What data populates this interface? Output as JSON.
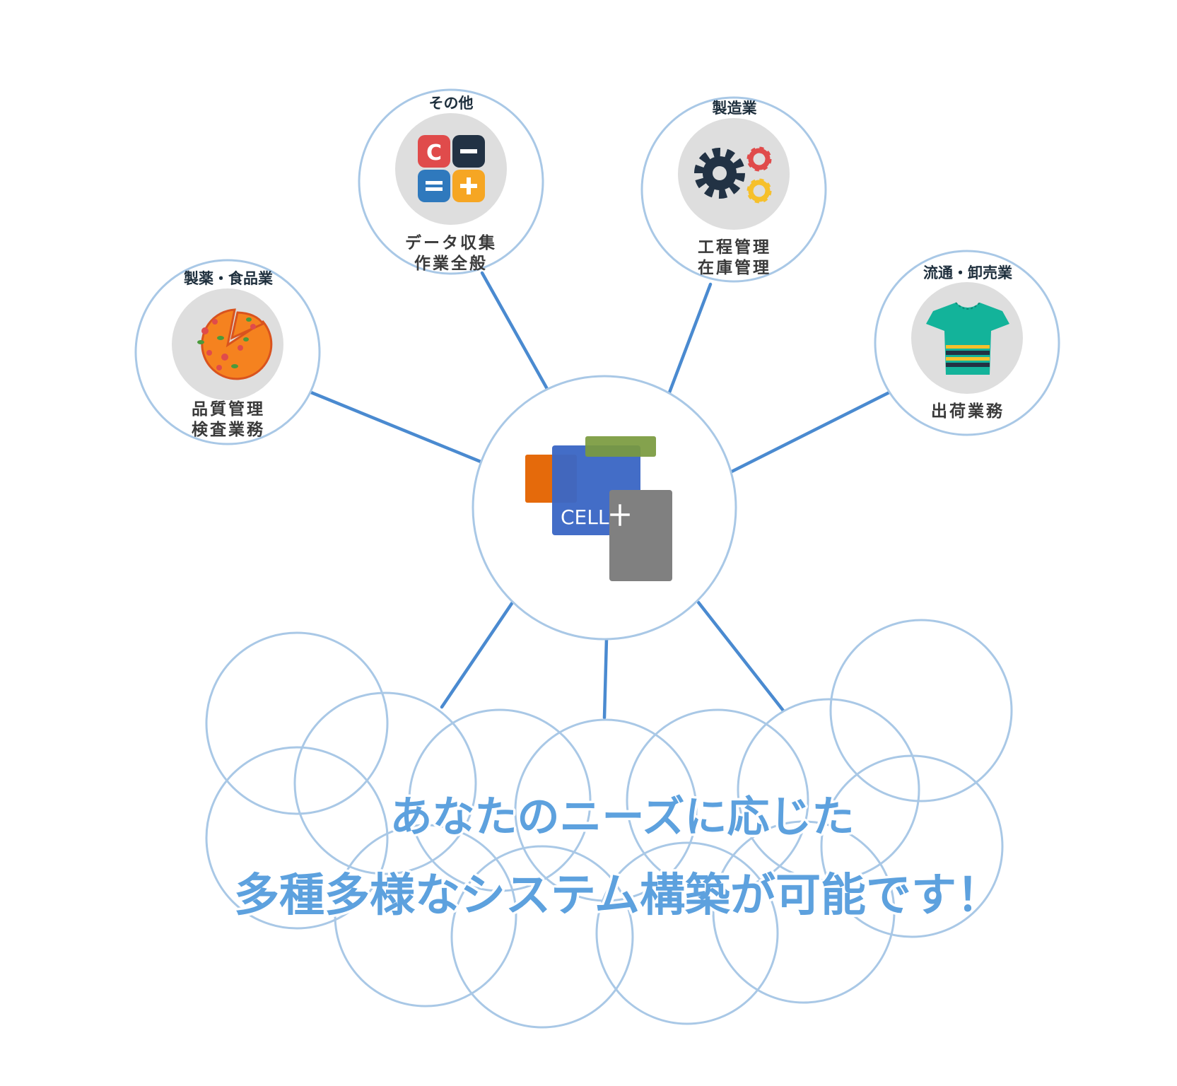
{
  "center": {
    "brand_text": "CELL",
    "plus": "+"
  },
  "nodes": [
    {
      "id": "pharma",
      "category": "製薬・食品業",
      "task_lines": [
        "品質管理",
        "検査業務"
      ],
      "icon": "pizza-icon"
    },
    {
      "id": "other",
      "category": "その他",
      "task_lines": [
        "データ収集",
        "作業全般"
      ],
      "icon": "calculator-icon",
      "calc_keys": [
        "C",
        "−",
        "=",
        "+"
      ]
    },
    {
      "id": "manufacturing",
      "category": "製造業",
      "task_lines": [
        "工程管理",
        "在庫管理"
      ],
      "icon": "gears-icon"
    },
    {
      "id": "distribution",
      "category": "流通・卸売業",
      "task_lines": [
        "出荷業務"
      ],
      "icon": "tshirt-icon"
    }
  ],
  "message": {
    "line1": "あなたのニーズに応じた",
    "line2": "多種多様なシステム構築が可能です！"
  },
  "colors": {
    "connector": "#4a8ad0",
    "ring": "#a9c8e6",
    "icon_bg": "#dedede",
    "logo_blue": "#3b67c5",
    "logo_orange": "#e56a0b",
    "logo_green": "#7a9a3e",
    "logo_gray": "#808080",
    "message_text": "#5da1de"
  }
}
